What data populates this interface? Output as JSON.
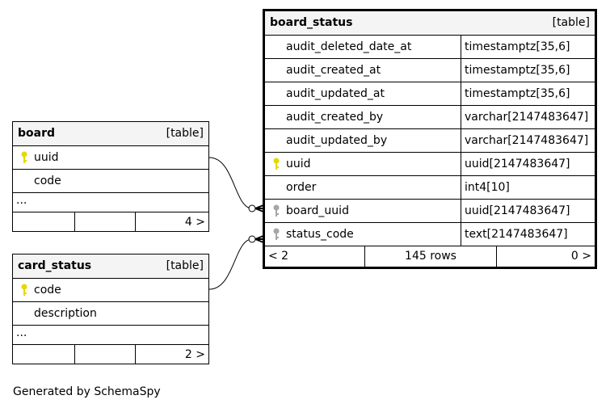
{
  "tables": {
    "board": {
      "name": "board",
      "kind": "[table]",
      "columns": [
        {
          "name": "uuid",
          "key": "primary"
        },
        {
          "name": "code",
          "key": ""
        }
      ],
      "more": "...",
      "footer_right": "4 >"
    },
    "card_status": {
      "name": "card_status",
      "kind": "[table]",
      "columns": [
        {
          "name": "code",
          "key": "primary"
        },
        {
          "name": "description",
          "key": ""
        }
      ],
      "more": "...",
      "footer_right": "2 >"
    },
    "board_status": {
      "name": "board_status",
      "kind": "[table]",
      "columns": [
        {
          "name": "audit_deleted_date_at",
          "type": "timestamptz[35,6]",
          "key": ""
        },
        {
          "name": "audit_created_at",
          "type": "timestamptz[35,6]",
          "key": ""
        },
        {
          "name": "audit_updated_at",
          "type": "timestamptz[35,6]",
          "key": ""
        },
        {
          "name": "audit_created_by",
          "type": "varchar[2147483647]",
          "key": ""
        },
        {
          "name": "audit_updated_by",
          "type": "varchar[2147483647]",
          "key": ""
        },
        {
          "name": "uuid",
          "type": "uuid[2147483647]",
          "key": "primary"
        },
        {
          "name": "order",
          "type": "int4[10]",
          "key": ""
        },
        {
          "name": "board_uuid",
          "type": "uuid[2147483647]",
          "key": "foreign"
        },
        {
          "name": "status_code",
          "type": "text[2147483647]",
          "key": "foreign"
        }
      ],
      "footer_left": "< 2",
      "footer_mid": "145 rows",
      "footer_right": "0 >"
    }
  },
  "generated_by": "Generated by SchemaSpy",
  "colors": {
    "primary_key": "#e6d800",
    "foreign_key": "#a6a6a6",
    "header_bg": "#f4f4f4"
  }
}
